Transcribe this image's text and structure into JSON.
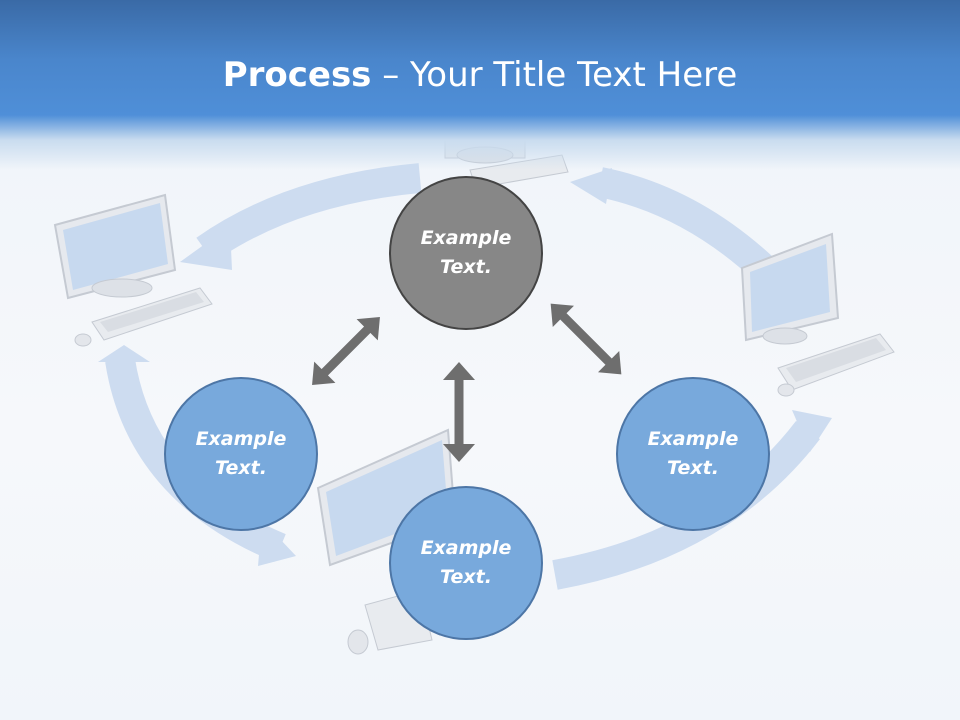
{
  "title": {
    "bold": "Process",
    "rest": " – Your Title Text Here"
  },
  "nodes": {
    "top": "Example Text.",
    "left": "Example Text.",
    "right": "Example Text.",
    "bottom": "Example Text."
  },
  "colors": {
    "header": "#4f8fd8",
    "node_blue": "#78a9dc",
    "node_gray": "#878787",
    "arrow": "#6e6e6e",
    "cycle_arrow": "#cddcf0"
  },
  "icons": [
    "computer-icon",
    "double-arrow-icon",
    "cycle-arrow-icon"
  ]
}
